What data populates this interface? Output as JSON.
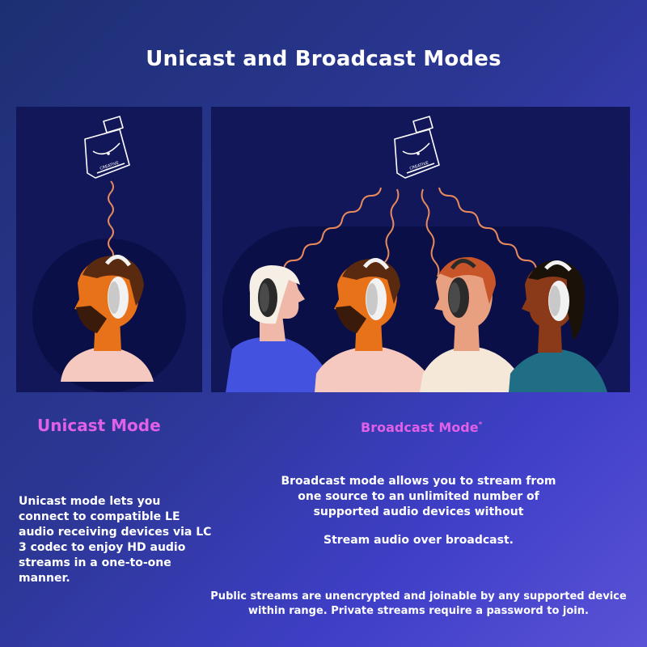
{
  "title": "Unicast and Broadcast Modes",
  "unicast": {
    "label": "Unicast Mode",
    "description": "Unicast mode lets you connect to compatible LE audio receiving devices via LC 3 codec to enjoy HD audio streams in a one-to-one manner."
  },
  "broadcast": {
    "label": "Broadcast Mode",
    "label_mark": "*",
    "description": "Broadcast mode allows you to stream from one source to an unlimited number of supported audio devices without",
    "subtitle": "Stream audio over broadcast.",
    "note": "Public streams are unencrypted and joinable by any supported device within range. Private streams require a password to join."
  },
  "dongle": {
    "brand": "CREATIVE"
  },
  "colors": {
    "background_start": "#1d2f72",
    "background_end": "#5a52d6",
    "panel": "#12175a",
    "panel_circle": "#0e1250",
    "accent_label": "#e060e8",
    "wave": "#e88a5a",
    "skin_orange": "#e8721a",
    "hair_dark": "#5a2a10",
    "headphone_white": "#f2f2f2",
    "headphone_dark": "#2a2a2a"
  },
  "icons": [
    "usb-dongle-icon",
    "sound-wave-icon",
    "headphones-icon"
  ]
}
